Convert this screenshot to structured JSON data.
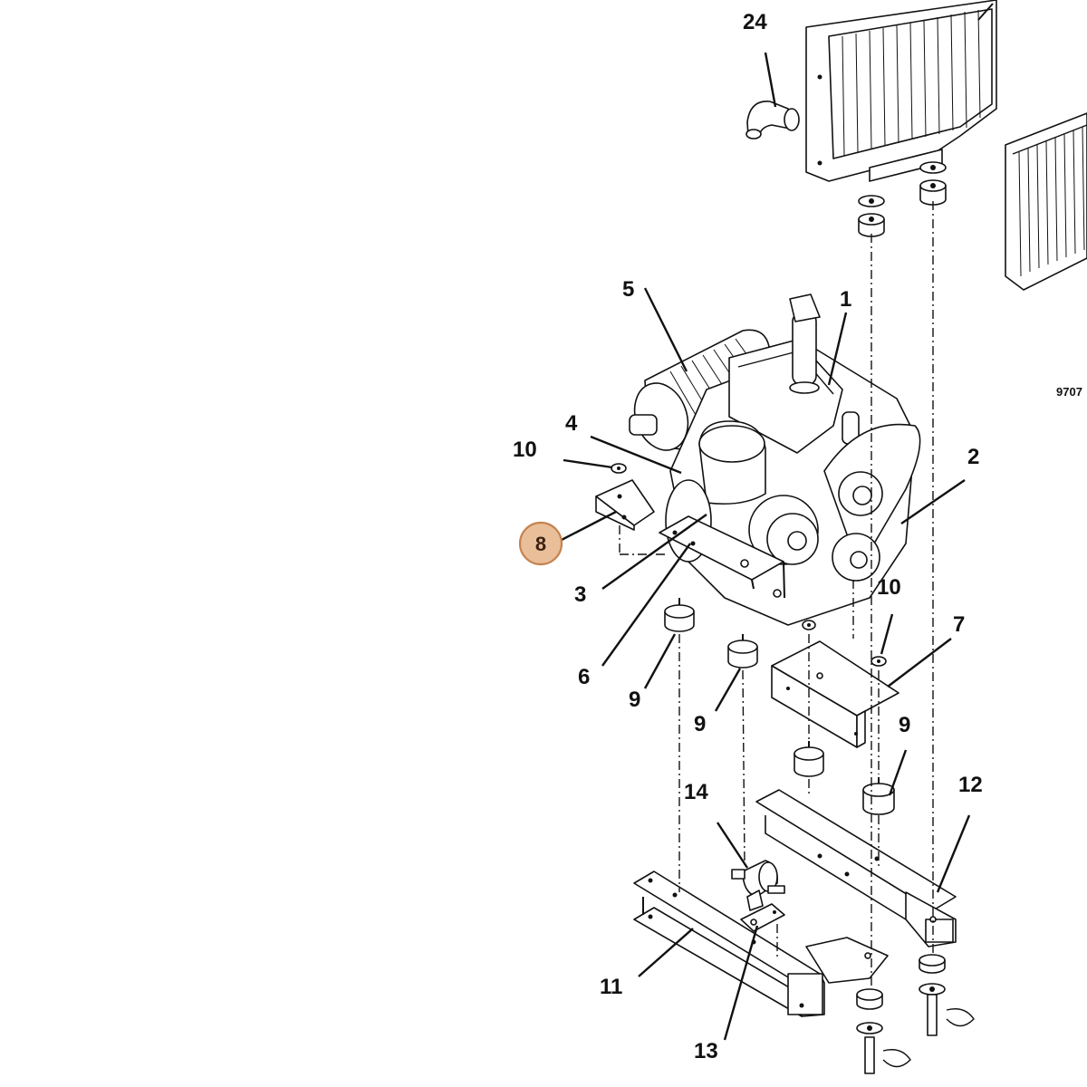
{
  "diagram": {
    "reference_code": "9707",
    "highlighted_callout": "8",
    "callouts": [
      "24",
      "5",
      "1",
      "4",
      "10",
      "2",
      "8",
      "3",
      "10",
      "7",
      "6",
      "9",
      "9",
      "9",
      "14",
      "12",
      "11",
      "13"
    ],
    "colors": {
      "line": "#111111",
      "highlight_fill": "#e9bf9a",
      "highlight_stroke": "#c6834f"
    }
  }
}
